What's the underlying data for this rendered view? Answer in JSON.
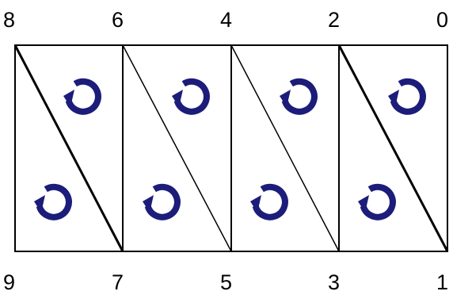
{
  "vertex_labels": {
    "top": [
      "8",
      "6",
      "4",
      "2",
      "0"
    ],
    "bottom": [
      "9",
      "7",
      "5",
      "3",
      "1"
    ]
  },
  "colors": {
    "arrow": "#1c1c7a",
    "stroke": "#000000"
  },
  "icons": {
    "orientation_arrow": "counterclockwise-circular-arrow-icon"
  }
}
